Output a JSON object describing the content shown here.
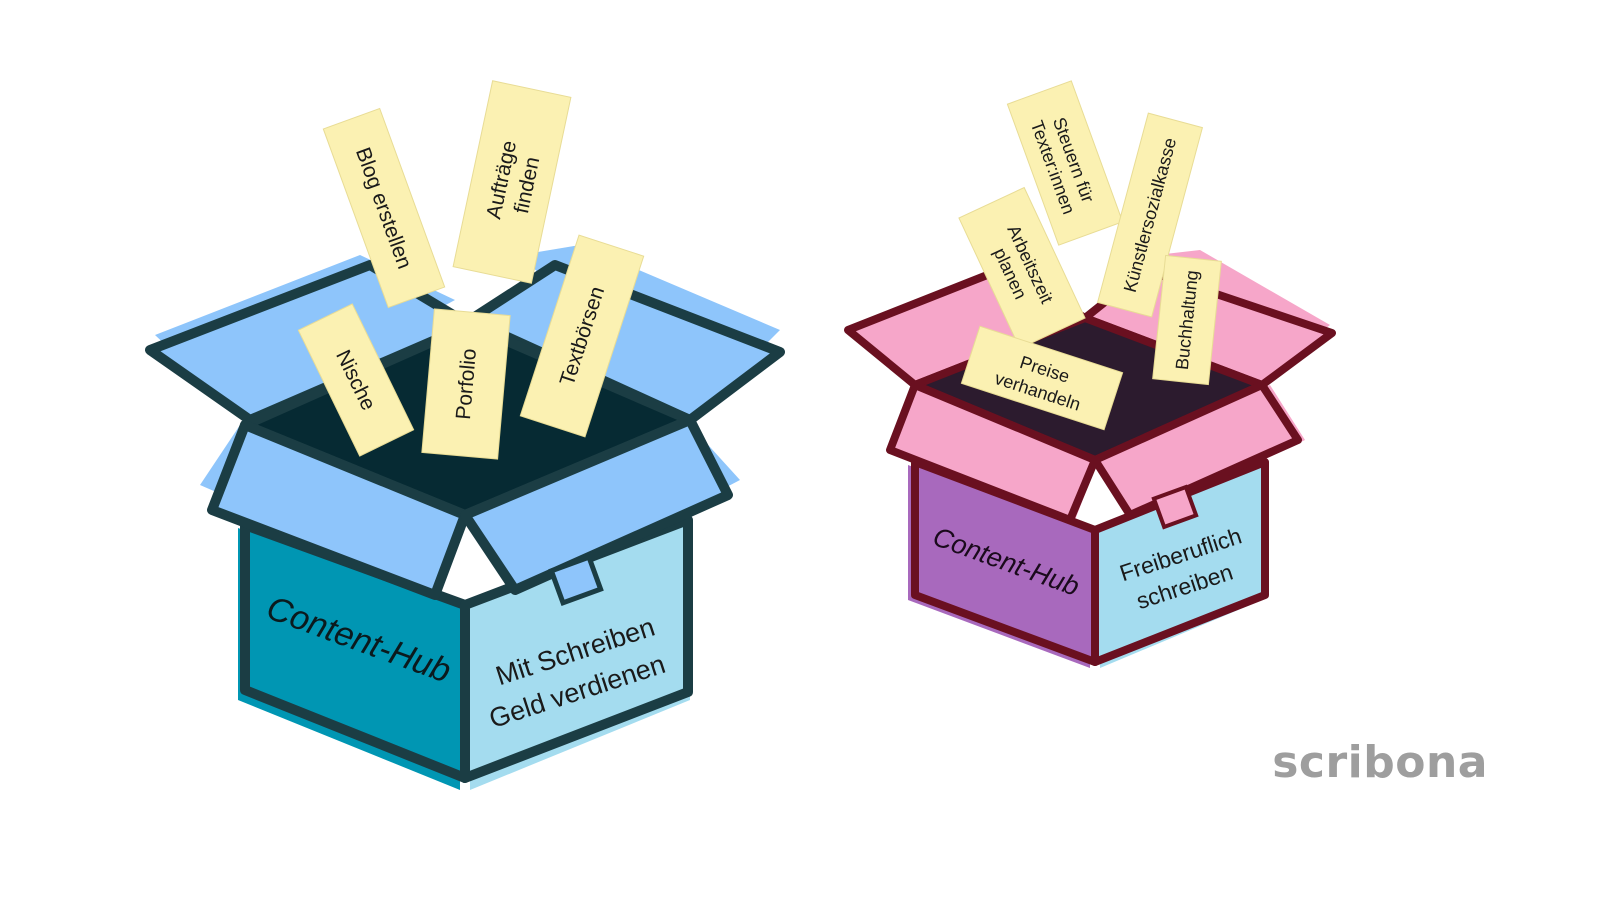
{
  "box_left": {
    "front_label": "Content-Hub",
    "side_label_line1": "Mit Schreiben",
    "side_label_line2": "Geld verdienen",
    "notes": {
      "blog": "Blog erstellen",
      "auftraege_1": "Aufträge",
      "auftraege_2": "finden",
      "textboersen": "Textbörsen",
      "nische": "Nische",
      "porfolio": "Porfolio"
    },
    "colors": {
      "front": "#0096b3",
      "side": "#a4dcef",
      "lid": "#8ec5fb",
      "outline": "#1b3d44",
      "inside": "#062a33"
    }
  },
  "box_right": {
    "front_label": "Content-Hub",
    "side_label_line1": "Freiberuflich",
    "side_label_line2": "schreiben",
    "notes": {
      "steuern_1": "Steuern für",
      "steuern_2": "Texter:innen",
      "ksk": "Künstlersozialkasse",
      "arbeitszeit_1": "Arbeitszeit",
      "arbeitszeit_2": "planen",
      "buchhaltung": "Buchhaltung",
      "preise_1": "Preise",
      "preise_2": "verhandeln"
    },
    "colors": {
      "front": "#a869bd",
      "side": "#a4dcef",
      "lid": "#f6a6c9",
      "outline": "#6a1020",
      "inside": "#2c1b2e"
    }
  },
  "logo": "scribona"
}
